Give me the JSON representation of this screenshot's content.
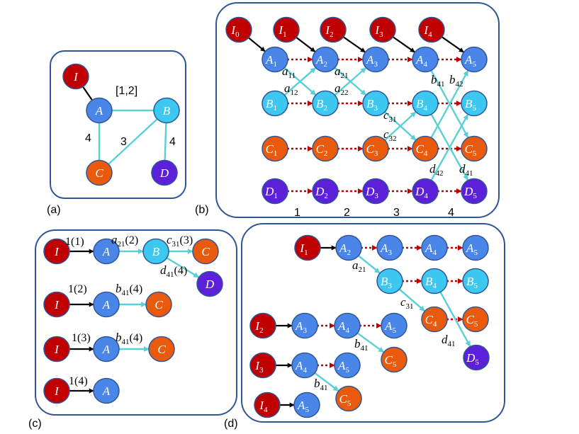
{
  "colors": {
    "I": "#c00000",
    "A": "#4a86e8",
    "B": "#3cc8f0",
    "C": "#ea5a0c",
    "D": "#5b20d8",
    "panel_border": "#2f5597",
    "edge_black": "#000000",
    "edge_cyan": "#5ad0d6",
    "edge_red_dotted": "#c00000"
  },
  "panels": {
    "a": {
      "label": "(a)"
    },
    "b": {
      "label": "(b)"
    },
    "c": {
      "label": "(c)"
    },
    "d": {
      "label": "(d)"
    }
  },
  "panel_a": {
    "nodes": [
      {
        "id": "I",
        "type": "I",
        "label": "I",
        "sub": ""
      },
      {
        "id": "A",
        "type": "A",
        "label": "A",
        "sub": ""
      },
      {
        "id": "B",
        "type": "B",
        "label": "B",
        "sub": ""
      },
      {
        "id": "C",
        "type": "C",
        "label": "C",
        "sub": ""
      },
      {
        "id": "D",
        "type": "D",
        "label": "D",
        "sub": ""
      }
    ],
    "edge_labels": [
      "[1,2]",
      "4",
      "3",
      "4"
    ]
  },
  "panel_b": {
    "nodes": [
      {
        "id": "I0",
        "type": "I",
        "label": "I",
        "sub": "0"
      },
      {
        "id": "I1",
        "type": "I",
        "label": "I",
        "sub": "1"
      },
      {
        "id": "I2",
        "type": "I",
        "label": "I",
        "sub": "2"
      },
      {
        "id": "I3",
        "type": "I",
        "label": "I",
        "sub": "3"
      },
      {
        "id": "I4",
        "type": "I",
        "label": "I",
        "sub": "4"
      },
      {
        "id": "A1",
        "type": "A",
        "label": "A",
        "sub": "1"
      },
      {
        "id": "A2",
        "type": "A",
        "label": "A",
        "sub": "2"
      },
      {
        "id": "A3",
        "type": "A",
        "label": "A",
        "sub": "3"
      },
      {
        "id": "A4",
        "type": "A",
        "label": "A",
        "sub": "4"
      },
      {
        "id": "A5",
        "type": "A",
        "label": "A",
        "sub": "5"
      },
      {
        "id": "B1",
        "type": "B",
        "label": "B",
        "sub": "1"
      },
      {
        "id": "B2",
        "type": "B",
        "label": "B",
        "sub": "2"
      },
      {
        "id": "B3",
        "type": "B",
        "label": "B",
        "sub": "3"
      },
      {
        "id": "B4",
        "type": "B",
        "label": "B",
        "sub": "4"
      },
      {
        "id": "B5",
        "type": "B",
        "label": "B",
        "sub": "5"
      },
      {
        "id": "C1",
        "type": "C",
        "label": "C",
        "sub": "1"
      },
      {
        "id": "C2",
        "type": "C",
        "label": "C",
        "sub": "2"
      },
      {
        "id": "C3",
        "type": "C",
        "label": "C",
        "sub": "3"
      },
      {
        "id": "C4",
        "type": "C",
        "label": "C",
        "sub": "4"
      },
      {
        "id": "C5",
        "type": "C",
        "label": "C",
        "sub": "5"
      },
      {
        "id": "D1",
        "type": "D",
        "label": "D",
        "sub": "1"
      },
      {
        "id": "D2",
        "type": "D",
        "label": "D",
        "sub": "2"
      },
      {
        "id": "D3",
        "type": "D",
        "label": "D",
        "sub": "3"
      },
      {
        "id": "D4",
        "type": "D",
        "label": "D",
        "sub": "4"
      },
      {
        "id": "D5",
        "type": "D",
        "label": "D",
        "sub": "5"
      }
    ],
    "edge_labels": [
      {
        "v": "a",
        "s": "11"
      },
      {
        "v": "a",
        "s": "12"
      },
      {
        "v": "a",
        "s": "21"
      },
      {
        "v": "a",
        "s": "22"
      },
      {
        "v": "c",
        "s": "31"
      },
      {
        "v": "c",
        "s": "32"
      },
      {
        "v": "b",
        "s": "41"
      },
      {
        "v": "b",
        "s": "42"
      },
      {
        "v": "d",
        "s": "42"
      },
      {
        "v": "d",
        "s": "41"
      }
    ],
    "time_labels": [
      "1",
      "2",
      "3",
      "4"
    ]
  },
  "panel_c": {
    "nodes": [
      {
        "id": "c1I",
        "type": "I",
        "label": "I",
        "sub": ""
      },
      {
        "id": "c1A",
        "type": "A",
        "label": "A",
        "sub": ""
      },
      {
        "id": "c1B",
        "type": "B",
        "label": "B",
        "sub": ""
      },
      {
        "id": "c1C",
        "type": "C",
        "label": "C",
        "sub": ""
      },
      {
        "id": "c1D",
        "type": "D",
        "label": "D",
        "sub": ""
      },
      {
        "id": "c2I",
        "type": "I",
        "label": "I",
        "sub": ""
      },
      {
        "id": "c2A",
        "type": "A",
        "label": "A",
        "sub": ""
      },
      {
        "id": "c2C",
        "type": "C",
        "label": "C",
        "sub": ""
      },
      {
        "id": "c3I",
        "type": "I",
        "label": "I",
        "sub": ""
      },
      {
        "id": "c3A",
        "type": "A",
        "label": "A",
        "sub": ""
      },
      {
        "id": "c3C",
        "type": "C",
        "label": "C",
        "sub": ""
      },
      {
        "id": "c4I",
        "type": "I",
        "label": "I",
        "sub": ""
      },
      {
        "id": "c4A",
        "type": "A",
        "label": "A",
        "sub": ""
      }
    ],
    "edge_labels": [
      {
        "v": "1",
        "s": "",
        "t": "(1)"
      },
      {
        "v": "a",
        "s": "21",
        "t": "(2)"
      },
      {
        "v": "c",
        "s": "31",
        "t": "(3)"
      },
      {
        "v": "d",
        "s": "41",
        "t": "(4)"
      },
      {
        "v": "1",
        "s": "",
        "t": "(2)"
      },
      {
        "v": "b",
        "s": "41",
        "t": "(4)"
      },
      {
        "v": "1",
        "s": "",
        "t": "(3)"
      },
      {
        "v": "b",
        "s": "41",
        "t": "(4)"
      },
      {
        "v": "1",
        "s": "",
        "t": "(4)"
      }
    ]
  },
  "panel_d": {
    "nodes": [
      {
        "id": "dI1",
        "type": "I",
        "label": "I",
        "sub": "1"
      },
      {
        "id": "dA2",
        "type": "A",
        "label": "A",
        "sub": "2"
      },
      {
        "id": "dA3",
        "type": "A",
        "label": "A",
        "sub": "3"
      },
      {
        "id": "dA4",
        "type": "A",
        "label": "A",
        "sub": "4"
      },
      {
        "id": "dA5",
        "type": "A",
        "label": "A",
        "sub": "5"
      },
      {
        "id": "dB3",
        "type": "B",
        "label": "B",
        "sub": "3"
      },
      {
        "id": "dB4",
        "type": "B",
        "label": "B",
        "sub": "4"
      },
      {
        "id": "dB5",
        "type": "B",
        "label": "B",
        "sub": "5"
      },
      {
        "id": "dC4",
        "type": "C",
        "label": "C",
        "sub": "4"
      },
      {
        "id": "dC5",
        "type": "C",
        "label": "C",
        "sub": "5"
      },
      {
        "id": "dD5",
        "type": "D",
        "label": "D",
        "sub": "5"
      },
      {
        "id": "dI2",
        "type": "I",
        "label": "I",
        "sub": "2"
      },
      {
        "id": "dA3b",
        "type": "A",
        "label": "A",
        "sub": "3"
      },
      {
        "id": "dA4b",
        "type": "A",
        "label": "A",
        "sub": "4"
      },
      {
        "id": "dA5b",
        "type": "A",
        "label": "A",
        "sub": "5"
      },
      {
        "id": "dC5b",
        "type": "C",
        "label": "C",
        "sub": "5"
      },
      {
        "id": "dI3",
        "type": "I",
        "label": "I",
        "sub": "3"
      },
      {
        "id": "dA4c",
        "type": "A",
        "label": "A",
        "sub": "4"
      },
      {
        "id": "dA5c",
        "type": "A",
        "label": "A",
        "sub": "5"
      },
      {
        "id": "dC5c",
        "type": "C",
        "label": "C",
        "sub": "5"
      },
      {
        "id": "dI4",
        "type": "I",
        "label": "I",
        "sub": "4"
      },
      {
        "id": "dA5d",
        "type": "A",
        "label": "A",
        "sub": "5"
      }
    ],
    "edge_labels": [
      {
        "v": "a",
        "s": "21"
      },
      {
        "v": "c",
        "s": "31"
      },
      {
        "v": "d",
        "s": "41"
      },
      {
        "v": "b",
        "s": "41"
      },
      {
        "v": "b",
        "s": "41"
      }
    ]
  }
}
